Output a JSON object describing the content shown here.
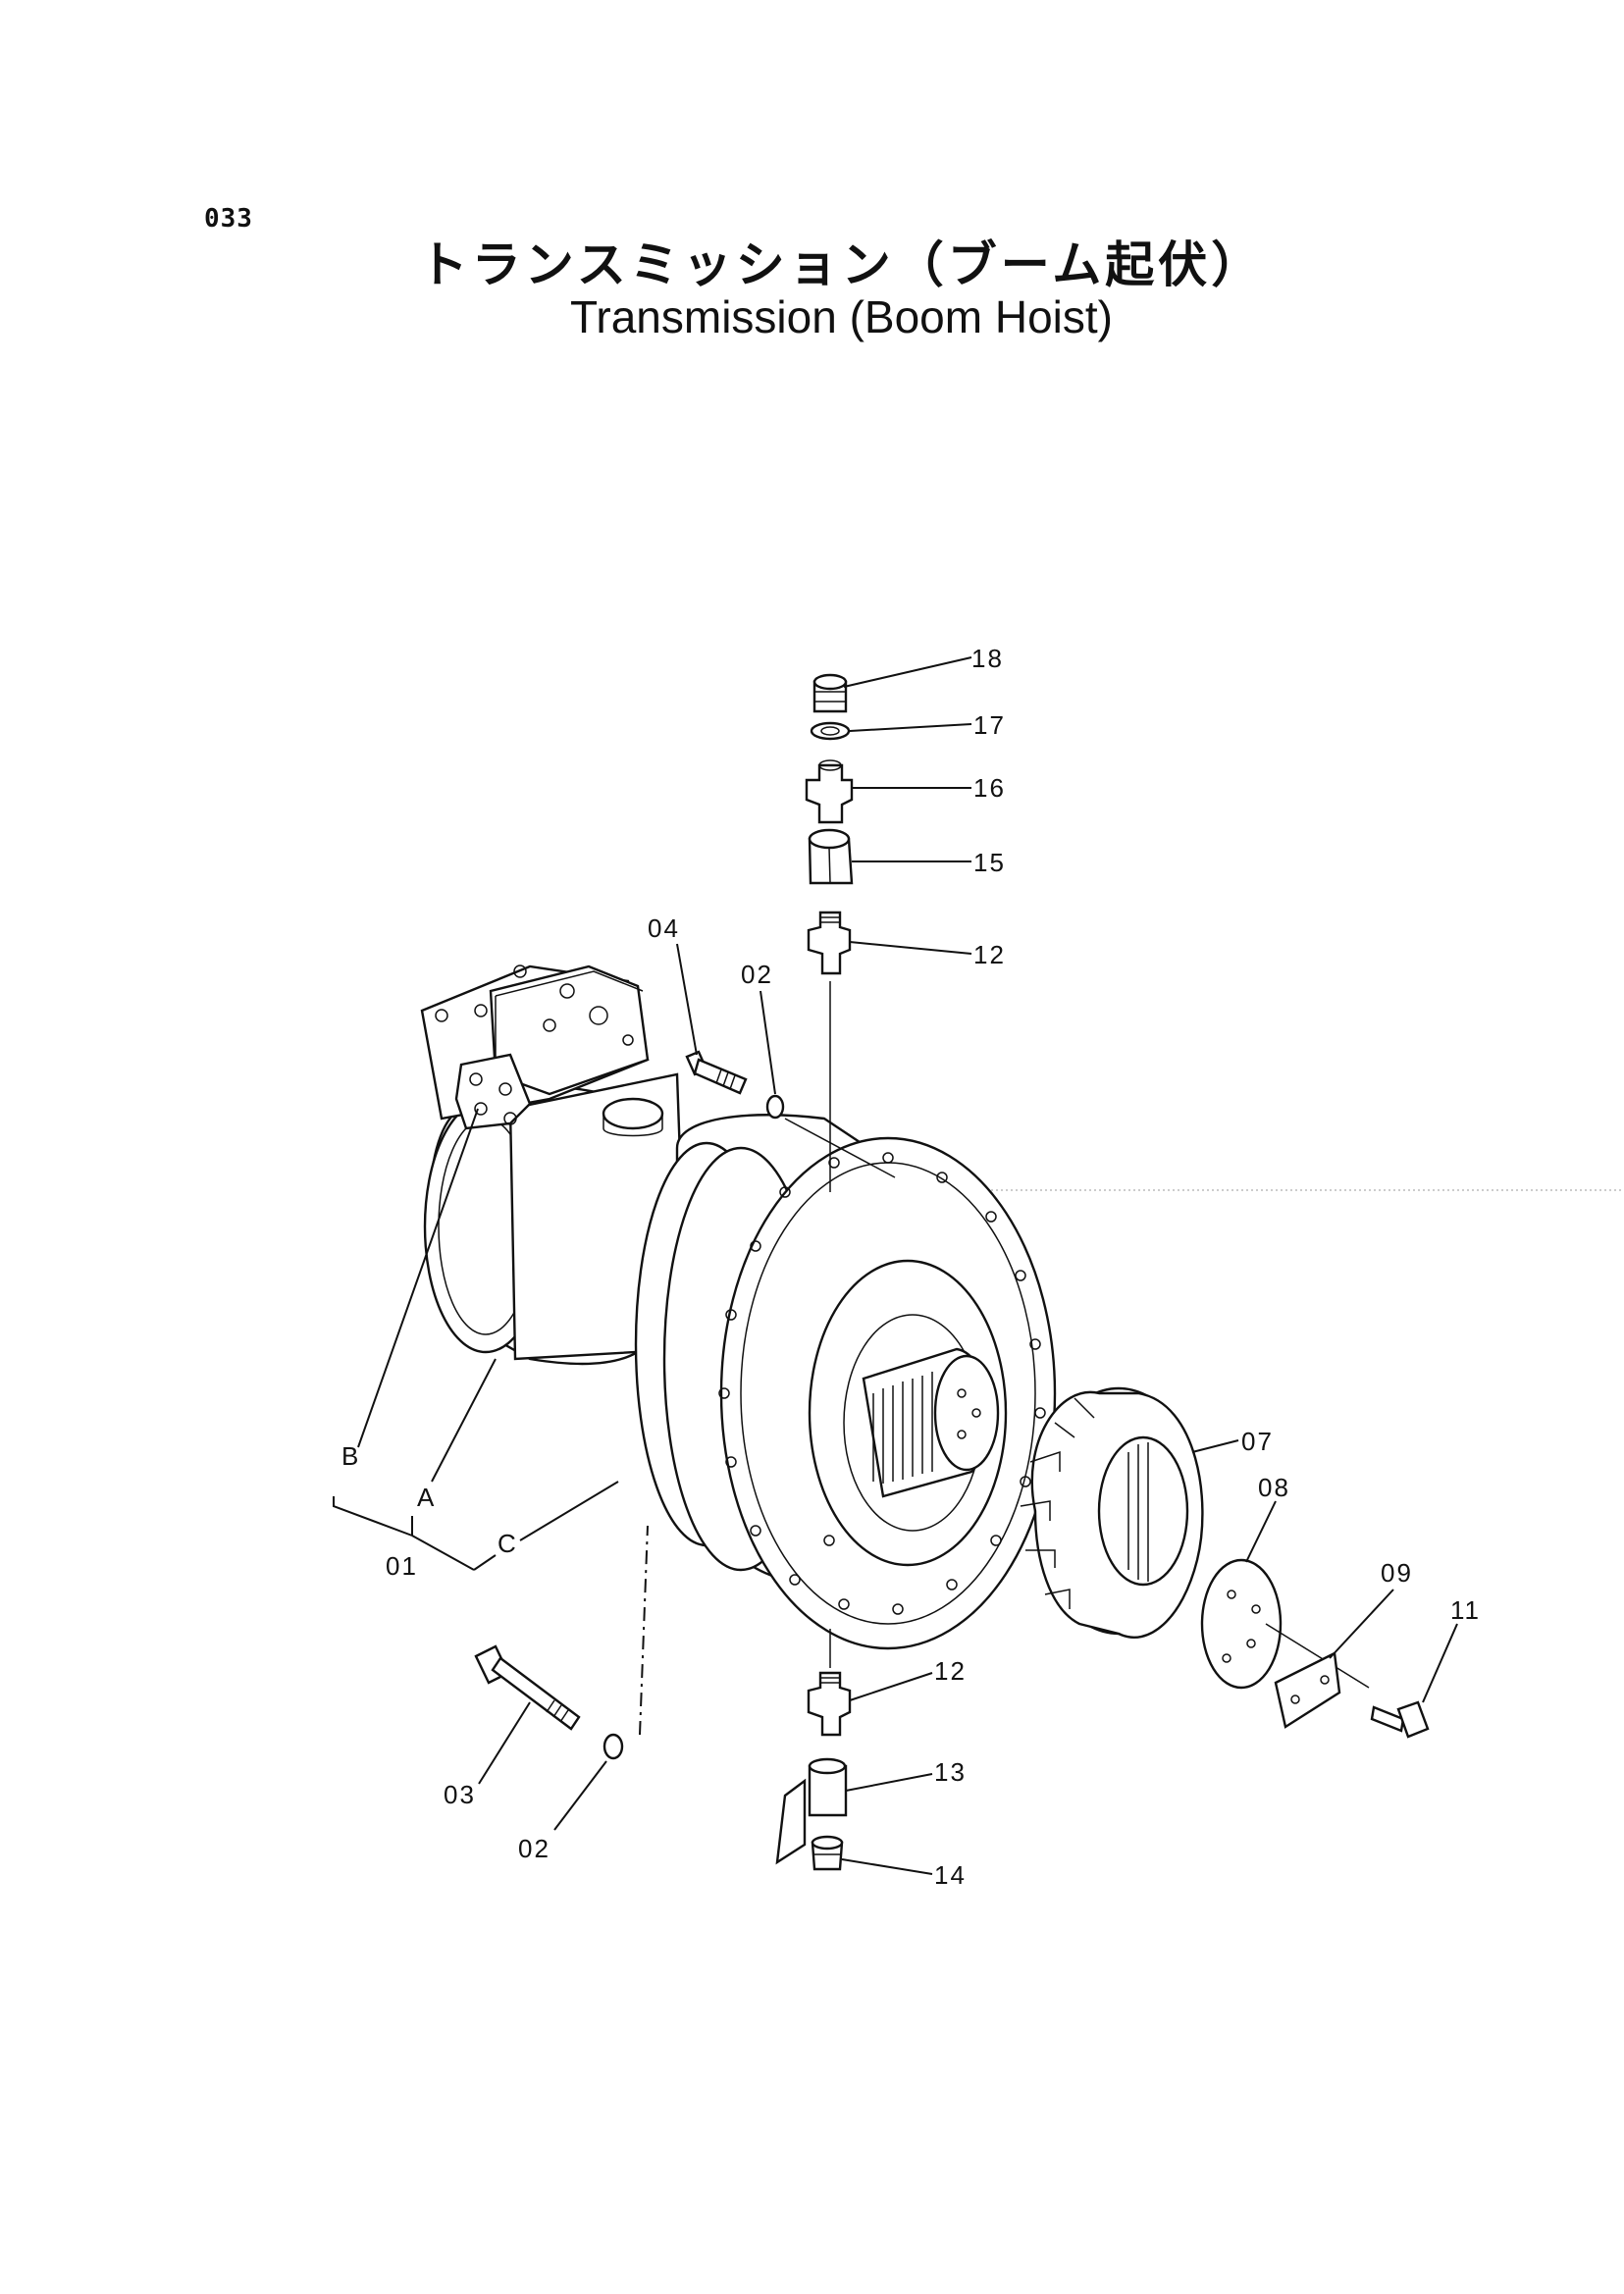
{
  "page_number": "033",
  "title_jp": "トランスミッション（ブーム起伏）",
  "title_en": "Transmission (Boom Hoist)",
  "callouts": [
    {
      "id": "18",
      "text": "18"
    },
    {
      "id": "17",
      "text": "17"
    },
    {
      "id": "16",
      "text": "16"
    },
    {
      "id": "15",
      "text": "15"
    },
    {
      "id": "12a",
      "text": "12"
    },
    {
      "id": "04",
      "text": "04"
    },
    {
      "id": "02a",
      "text": "02"
    },
    {
      "id": "07",
      "text": "07"
    },
    {
      "id": "08",
      "text": "08"
    },
    {
      "id": "09",
      "text": "09"
    },
    {
      "id": "11",
      "text": "11"
    },
    {
      "id": "B",
      "text": "B"
    },
    {
      "id": "A",
      "text": "A"
    },
    {
      "id": "01",
      "text": "01"
    },
    {
      "id": "C",
      "text": "C"
    },
    {
      "id": "12b",
      "text": "12"
    },
    {
      "id": "13",
      "text": "13"
    },
    {
      "id": "14",
      "text": "14"
    },
    {
      "id": "03",
      "text": "03"
    },
    {
      "id": "02b",
      "text": "02"
    }
  ]
}
